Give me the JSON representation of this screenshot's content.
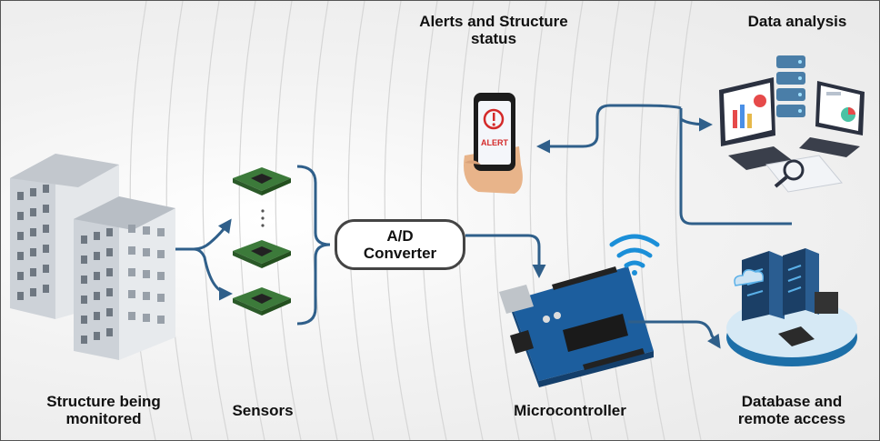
{
  "labels": {
    "structure": [
      "Structure being",
      "monitored"
    ],
    "sensors": "Sensors",
    "converter": [
      "A/D",
      "Converter"
    ],
    "microcontroller": "Microcontroller",
    "database": [
      "Database and",
      "remote access"
    ],
    "alerts": [
      "Alerts and Structure",
      "status"
    ],
    "analysis": "Data analysis",
    "phone_alert": "ALERT"
  },
  "colors": {
    "arrow": "#2f5f8a",
    "board": "#1c5e9e",
    "wifi": "#1b8fd8",
    "building": "#d9dde2",
    "alert_red": "#d42a2a"
  }
}
